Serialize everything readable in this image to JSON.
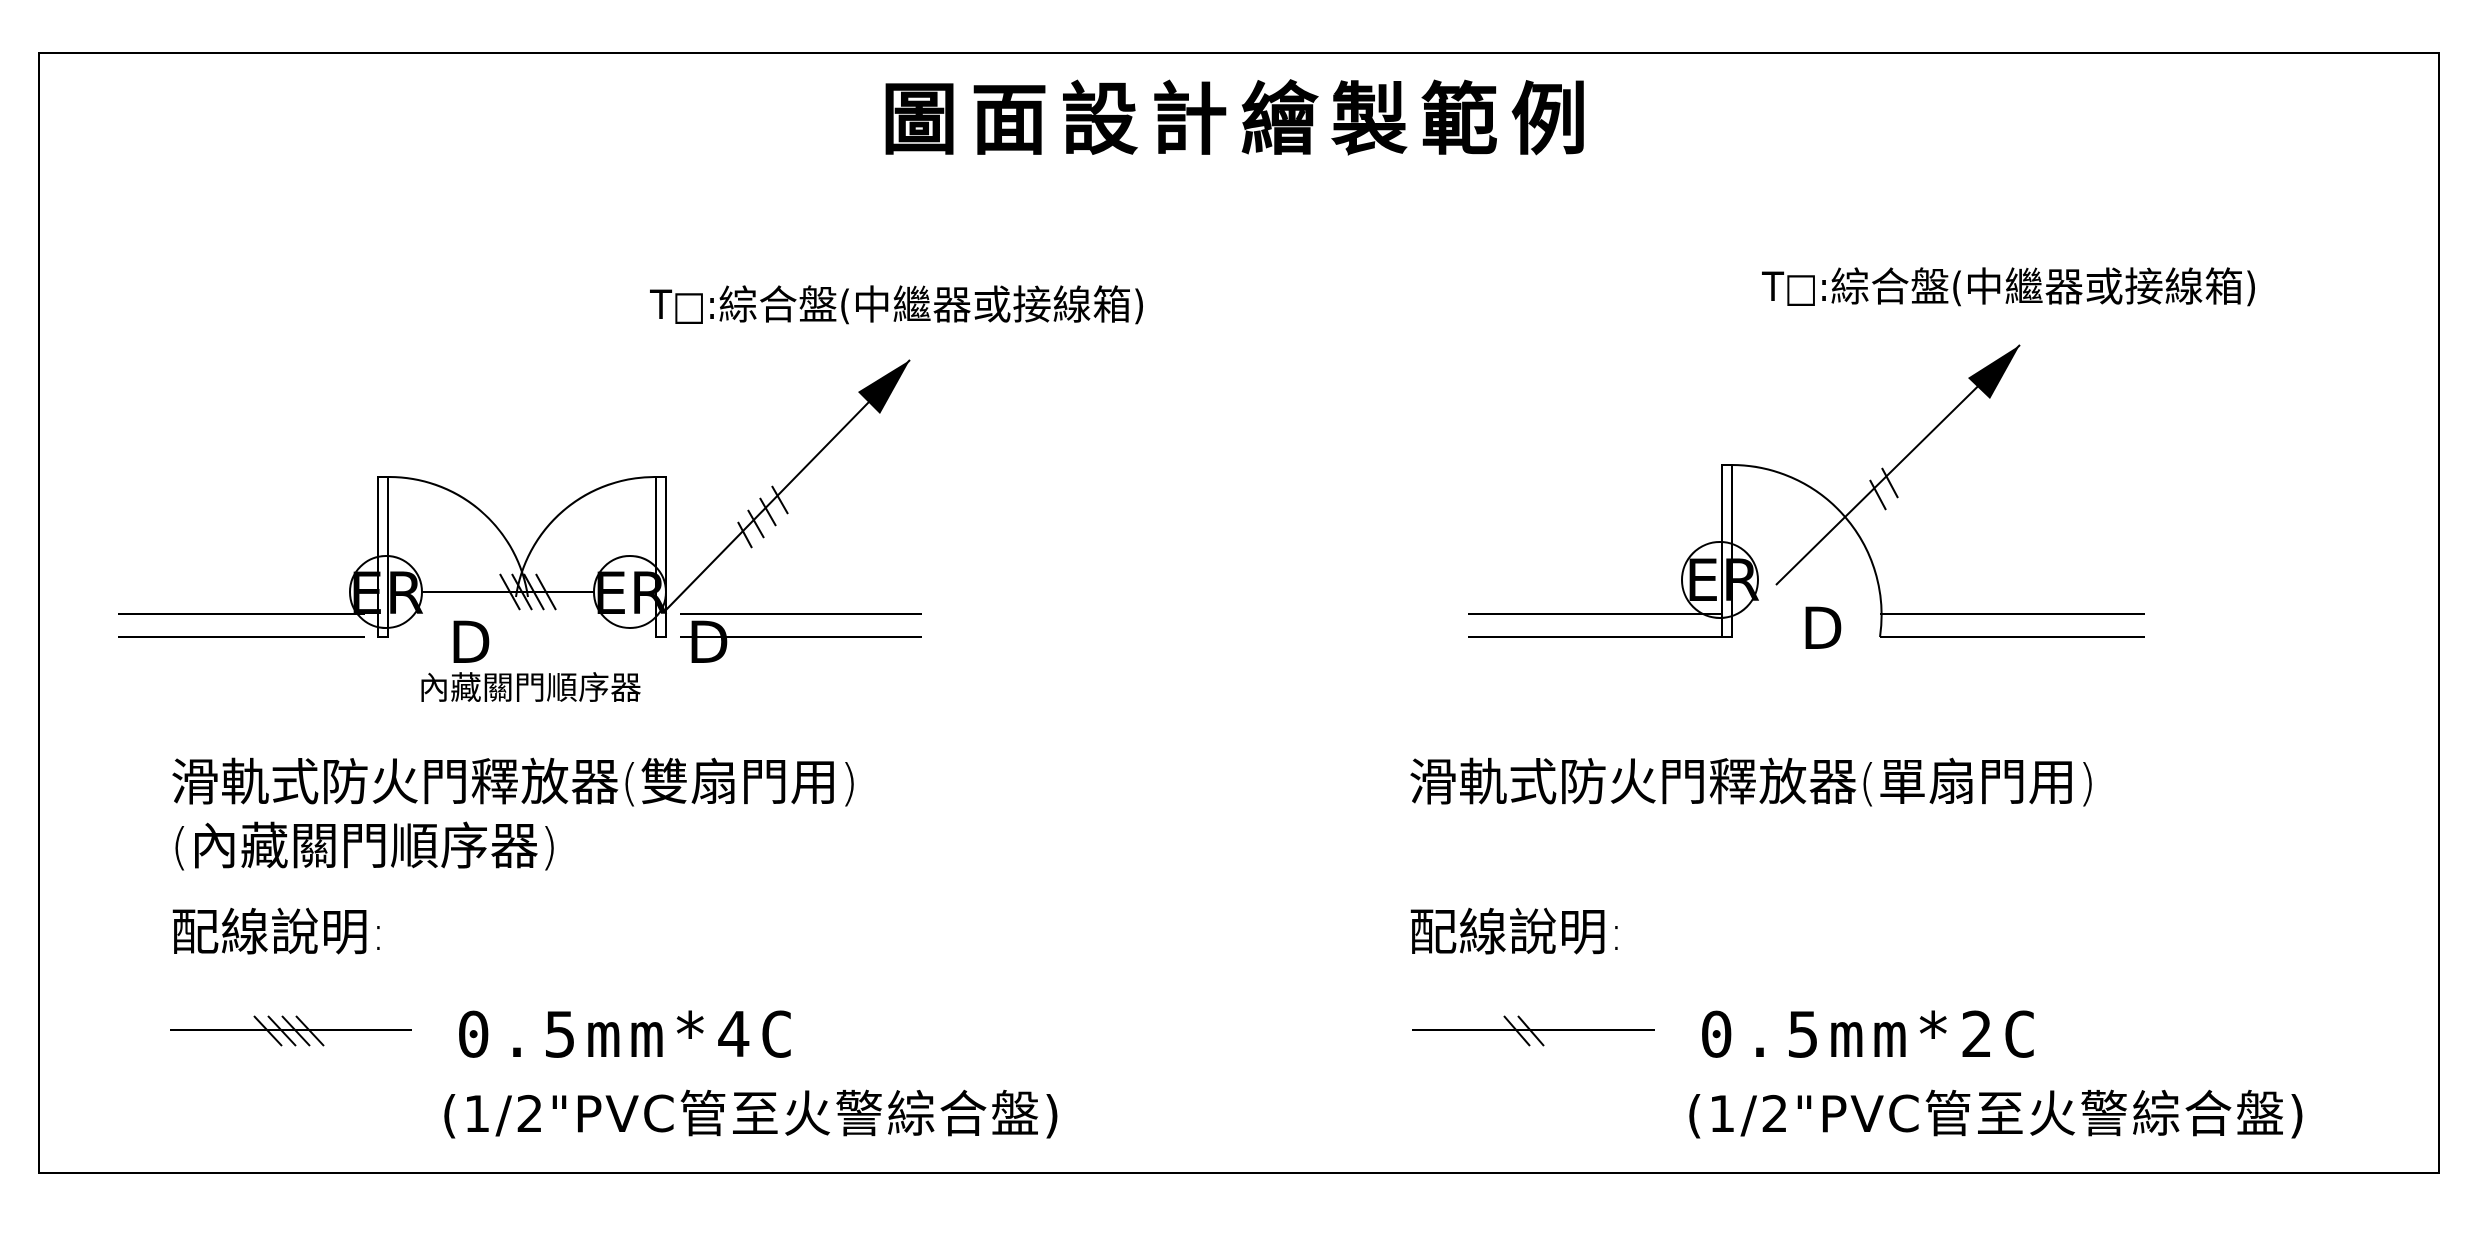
{
  "title": "圖面設計繪製範例",
  "left_panel": {
    "arrow_label": "T□:綜合盤(中繼器或接線箱)",
    "symbol_text_1": "ER",
    "symbol_text_2": "ER",
    "symbol_d_1": "D",
    "symbol_d_2": "D",
    "inline_note": "內藏關門順序器",
    "caption_line1": "滑軌式防火門釋放器(雙扇門用)",
    "caption_line2": "(內藏關門順序器)",
    "wiring_heading": "配線說明:",
    "wiring_spec": "0.5mm*4C",
    "wiring_pipe": "(1/2\"PVC管至火警綜合盤)"
  },
  "right_panel": {
    "arrow_label": "T□:綜合盤(中繼器或接線箱)",
    "symbol_text": "ER",
    "symbol_d": "D",
    "caption_line1": "滑軌式防火門釋放器(單扇門用)",
    "wiring_heading": "配線說明:",
    "wiring_spec": "0.5mm*2C",
    "wiring_pipe": "(1/2\"PVC管至火警綜合盤)"
  }
}
